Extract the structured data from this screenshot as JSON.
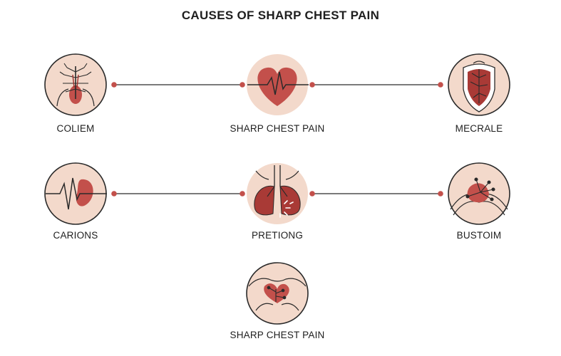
{
  "title": "CAUSES OF SHARP CHEST PAIN",
  "colors": {
    "background": "#ffffff",
    "icon_fill": "#f3d9cb",
    "icon_stroke": "#2a2a2a",
    "accent_red": "#bf4b45",
    "dark_red": "#9e2f2c",
    "line": "#2a2a2a",
    "dot": "#c3504b"
  },
  "nodes": [
    {
      "id": "coliem",
      "label": "COLIEM",
      "icon": "chest-vessels-icon"
    },
    {
      "id": "center-top",
      "label": "SHARP CHEST PAIN",
      "icon": "heart-ecg-icon"
    },
    {
      "id": "mecrale",
      "label": "MECRALE",
      "icon": "heart-shield-icon"
    },
    {
      "id": "carions",
      "label": "CARIONS",
      "icon": "ecg-organ-icon"
    },
    {
      "id": "pretiong",
      "label": "PRETIONG",
      "icon": "lungs-icon"
    },
    {
      "id": "bustoim",
      "label": "BUSTOIM",
      "icon": "chest-burst-icon"
    },
    {
      "id": "bottom",
      "label": "SHARP CHEST PAIN",
      "icon": "torso-pain-icon"
    }
  ]
}
